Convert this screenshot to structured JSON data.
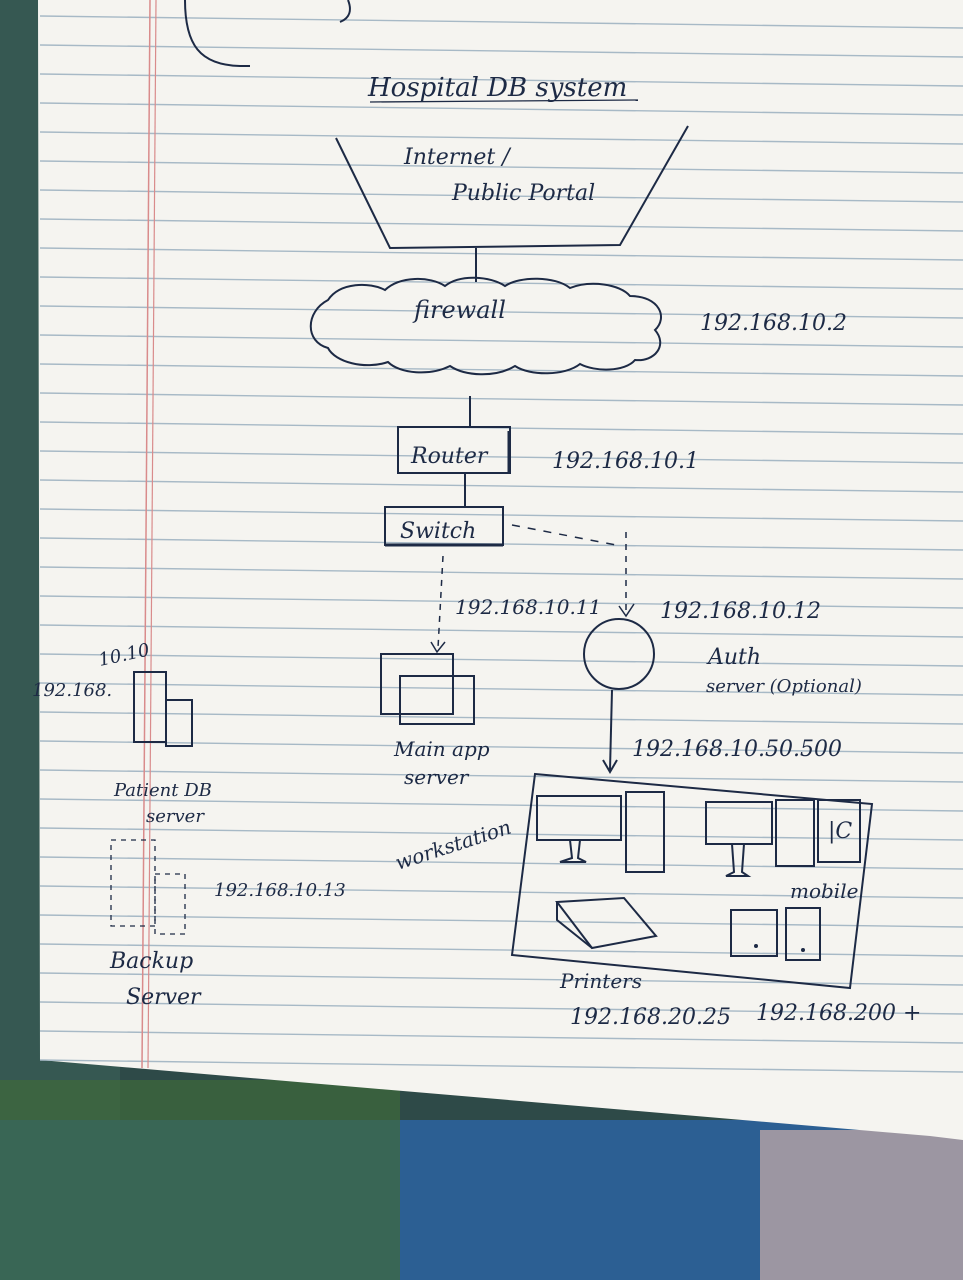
{
  "diagram": {
    "title": "Hospital DB system",
    "nodes": {
      "internet": {
        "line1": "Internet /",
        "line2": "Public Portal"
      },
      "firewall": {
        "label": "firewall",
        "ip": "192.168.10.2"
      },
      "router": {
        "label": "Router",
        "ip": "192.168.10.1"
      },
      "switch": {
        "label": "Switch"
      },
      "main_app_server": {
        "line1": "Main app",
        "line2": "server",
        "ip": "192.168.10.11"
      },
      "auth_server": {
        "line1": "Auth",
        "line2": "server (Optional)",
        "ip": "192.168.10.12"
      },
      "patient_db_server": {
        "line1": "Patient DB",
        "line2": "server",
        "ip_prefix": "192.168.",
        "ip_suffix": "10.10"
      },
      "backup_server": {
        "line1": "Backup",
        "line2": "Server",
        "ip": "192.168.10.13"
      },
      "workstation": {
        "label": "workstation",
        "ip": "192.168.10.50.500"
      },
      "printers": {
        "label": "Printers",
        "ip": "192.168.20.25"
      },
      "mobile": {
        "label": "mobile",
        "ip": "192.168.200 +"
      }
    }
  },
  "colors": {
    "ink": "#1d2a45",
    "rule_line": "#9fb3c2",
    "margin_line": "#d98b8b",
    "paper": "#f5f4f0"
  }
}
